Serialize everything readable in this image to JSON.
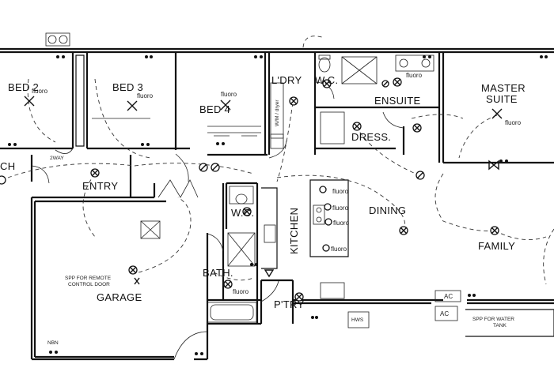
{
  "rooms": {
    "bed2": "BED 2",
    "bed3": "BED 3",
    "bed4": "BED 4",
    "ldry": "L'DRY",
    "wc_top": "W.C.",
    "ensuite": "ENSUITE",
    "master": [
      "MASTER",
      "SUITE"
    ],
    "dress": "DRESS.",
    "entry": "ENTRY",
    "porch_partial": "CH",
    "wc_mid": "W.C.",
    "kitchen": "KITCHEN",
    "dining": "DINING",
    "family": "FAMILY",
    "bath": "BATH.",
    "ptry": "P'TRY",
    "garage": "GARAGE"
  },
  "notes": {
    "fluoro": "fluoro",
    "twoway": "2WAY",
    "spp_remote": [
      "SPP FOR REMOTE",
      "CONTROL DOOR"
    ],
    "spp_water": [
      "SPP FOR WATER",
      "TANK"
    ],
    "hws": "HWS",
    "ac1": "AC",
    "ac2": "AC",
    "nbn": "NBN",
    "wm_dryer": "W/M / dryer"
  }
}
